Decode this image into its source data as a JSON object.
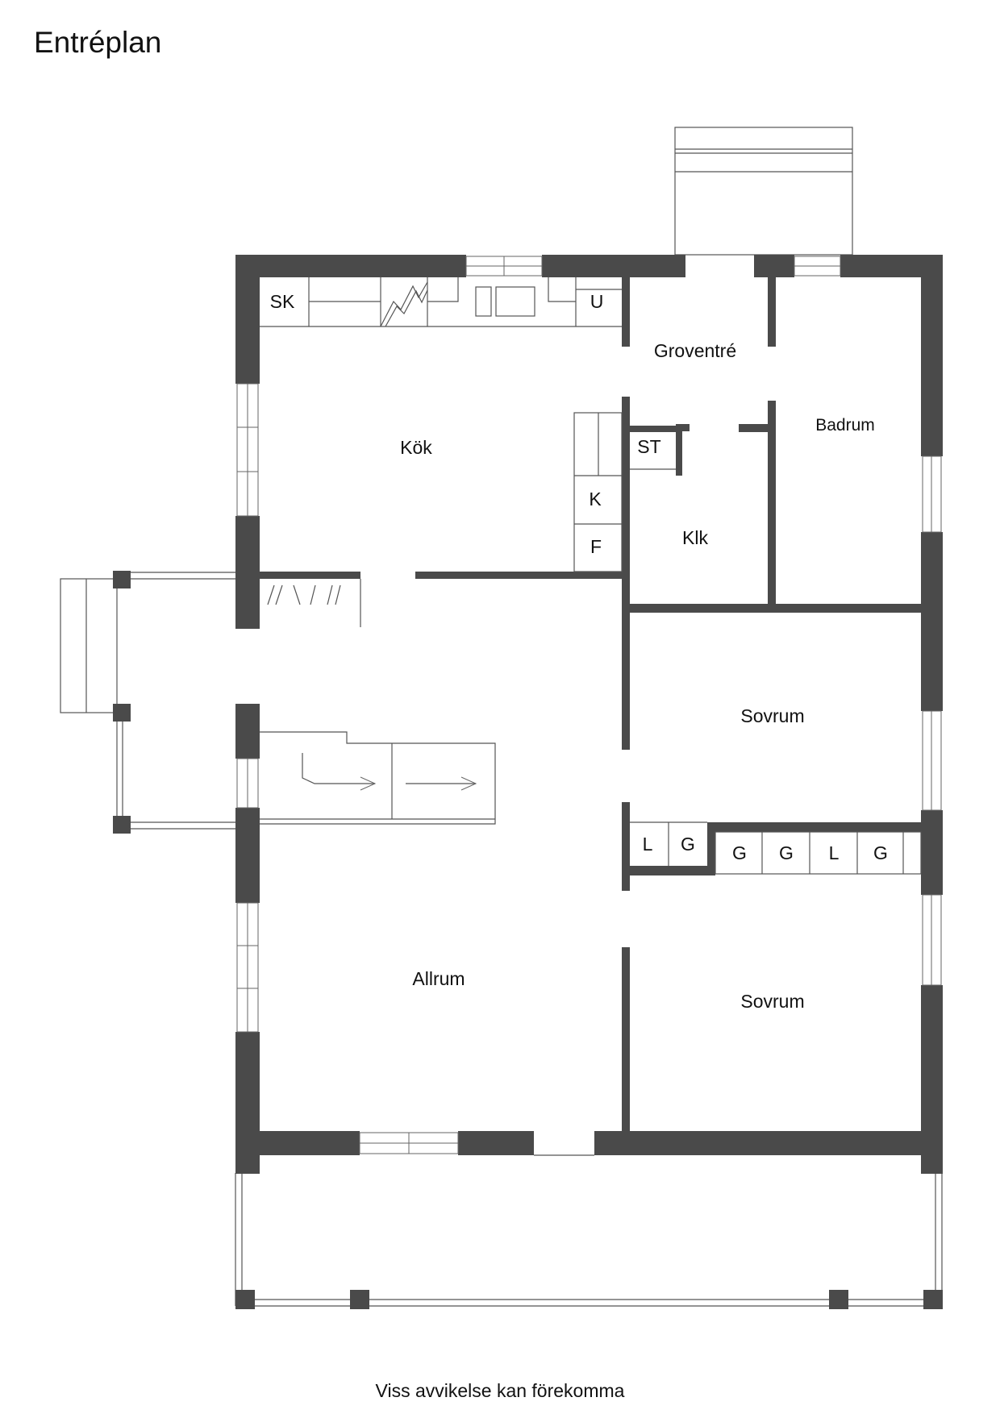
{
  "title": "Entréplan",
  "disclaimer": "Viss avvikelse kan förekomma",
  "rooms": {
    "kok": "Kök",
    "groventre": "Groventré",
    "badrum": "Badrum",
    "klk": "Klk",
    "sovrum_1": "Sovrum",
    "allrum": "Allrum",
    "sovrum_2": "Sovrum"
  },
  "fixtures": {
    "sk": "SK",
    "u": "U",
    "st": "ST",
    "k": "K",
    "f": "F",
    "wardrobe_1": "L",
    "wardrobe_2": "G",
    "wardrobe_3": "G",
    "wardrobe_4": "G",
    "wardrobe_5": "L",
    "wardrobe_6": "G"
  }
}
